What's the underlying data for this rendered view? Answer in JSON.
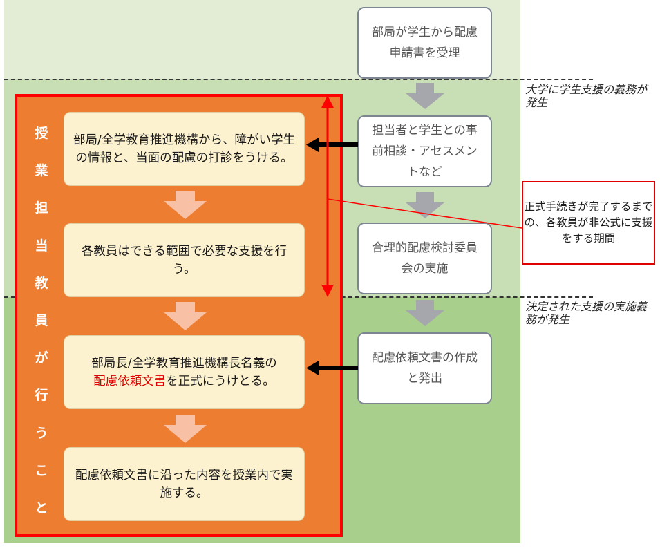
{
  "right_flow": {
    "step1": "部局が学生から配慮申請書を受理",
    "step2": "担当者と学生との事前相談・アセスメントなど",
    "step3": "合理的配慮検討委員会の実施",
    "step4": "配慮依頼文書の作成と発出"
  },
  "phase_notes": {
    "note1": "大学に学生支援の義務が発生",
    "note2": "決定された支援の実施義務が発生"
  },
  "teacher_column": {
    "vertical_label": [
      "授",
      "業",
      "担",
      "当",
      "教",
      "員",
      "が",
      "行",
      "う",
      "こ",
      "と"
    ],
    "box1": "部局/全学教育推進機構から、障がい学生の情報と、当面の配慮の打診をうける。",
    "box2": "各教員はできる範囲で必要な支援を行う。",
    "box3_line1": "部局長/全学教育推進機構長名義の",
    "box3_highlight": "配慮依頼文書",
    "box3_rest": "を正式にうけとる。",
    "box4": "配慮依頼文書に沿った内容を授業内で実施する。"
  },
  "callout": {
    "text": "正式手続きが完了するまでの、各教員が非公式に支援をする期間"
  },
  "colors": {
    "band_top": "#e3edd6",
    "band_middle": "#c8dfb5",
    "band_bottom": "#a8cf8c",
    "frame_fill": "#ed7d31",
    "frame_border": "#ff0000",
    "box_fill": "#fdf2cf",
    "highlight_text": "#e00000"
  }
}
